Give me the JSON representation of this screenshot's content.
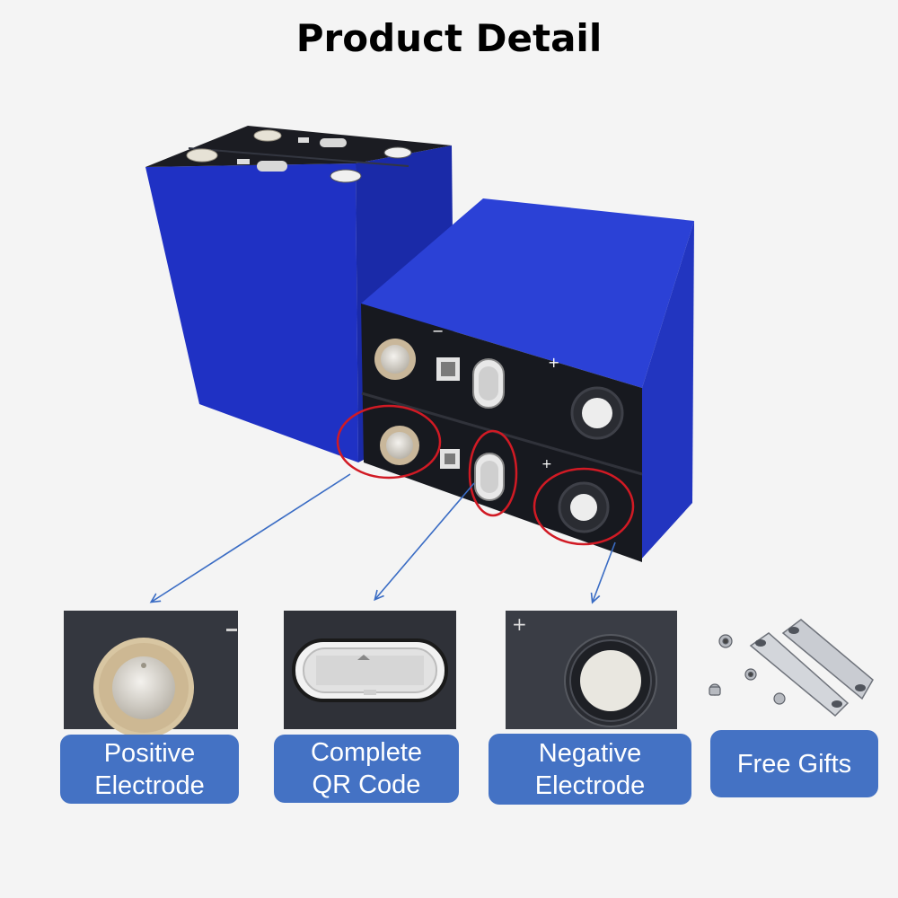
{
  "page": {
    "title": "Product Detail"
  },
  "colors": {
    "cell_blue": "#1f31c4",
    "cell_top_blue": "#2b41d6",
    "terminal_face": "#17191f",
    "callout_red": "#d11a24",
    "arrow_blue": "#3a6cc4",
    "label_blue": "#4472c4"
  },
  "features": [
    {
      "id": "positive",
      "line1": "Positive",
      "line2": "Electrode",
      "icon": "positive-electrode-closeup"
    },
    {
      "id": "qrcode",
      "line1": "Complete",
      "line2": "QR Code",
      "icon": "qr-code-vent-closeup"
    },
    {
      "id": "negative",
      "line1": "Negative",
      "line2": "Electrode",
      "icon": "negative-electrode-closeup"
    },
    {
      "id": "gifts",
      "line1": "Free Gifts",
      "line2": "",
      "icon": "busbar-and-bolts"
    }
  ],
  "markings": {
    "minus": "−",
    "plus": "+"
  }
}
